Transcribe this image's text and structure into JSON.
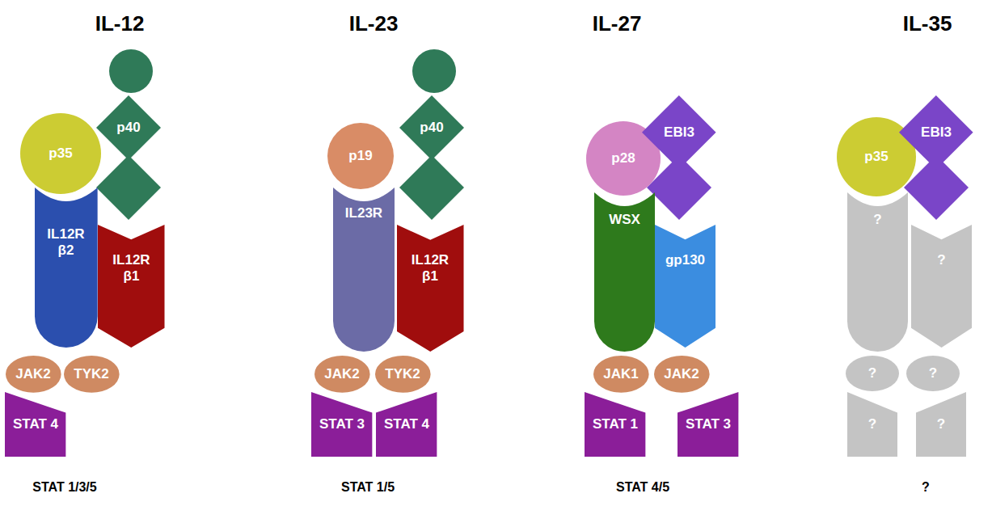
{
  "diagram": {
    "nodes": [
      {
        "text": [
          "p35"
        ]
      },
      {
        "text": [
          "p40"
        ]
      },
      {
        "text": [
          "IL12R β2"
        ]
      },
      {
        "text": [
          "IL12R β1"
        ]
      },
      {
        "text": [
          "JAK2"
        ]
      },
      {
        "text": [
          "TYK2"
        ]
      },
      {
        "text": [
          "STAT 4"
        ]
      },
      {
        "text": [
          "p19"
        ]
      },
      {
        "text": [
          "p40"
        ]
      },
      {
        "text": [
          "IL23R"
        ]
      },
      {
        "text": [
          "IL12R β1"
        ]
      },
      {
        "text": [
          "JAK2"
        ]
      },
      {
        "text": [
          "TYK2"
        ]
      },
      {
        "text": [
          "STAT 3"
        ]
      },
      {
        "text": [
          "STAT 4"
        ]
      },
      {
        "text": [
          "p28"
        ]
      },
      {
        "text": [
          "EBI3"
        ]
      },
      {
        "text": [
          "WSX"
        ]
      },
      {
        "text": [
          "gp130"
        ]
      },
      {
        "text": [
          "JAK1"
        ]
      },
      {
        "text": [
          "JAK2"
        ]
      },
      {
        "text": [
          "STAT 1"
        ]
      },
      {
        "text": [
          "STAT 3"
        ]
      },
      {
        "text": [
          "p35"
        ]
      },
      {
        "text": [
          "EBI3"
        ]
      },
      {
        "text": [
          "?"
        ]
      },
      {
        "text": [
          "?"
        ]
      },
      {
        "text": [
          "?"
        ]
      },
      {
        "text": [
          "?"
        ]
      },
      {
        "text": [
          "?"
        ]
      },
      {
        "text": [
          "?"
        ]
      }
    ],
    "labels": [
      "IL-12",
      "IL-23",
      "IL-27",
      "IL-35",
      "STAT 1/3/5",
      "STAT 1/5",
      "STAT 4/5",
      "?"
    ]
  }
}
